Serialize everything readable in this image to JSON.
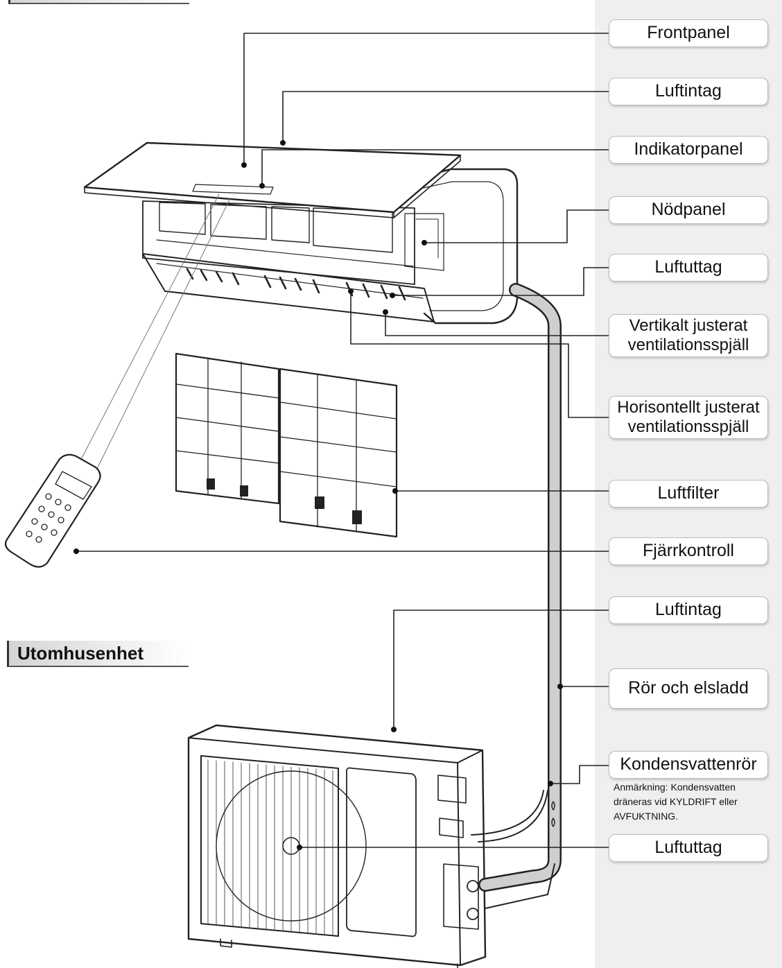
{
  "labels": {
    "frontpanel": "Frontpanel",
    "luftintag_1": "Luftintag",
    "indikatorpanel": "Indikatorpanel",
    "nodpanel": "Nödpanel",
    "luftuttag_1": "Luftuttag",
    "vertikalt_line1": "Vertikalt justerat",
    "vertikalt_line2": "ventilationsspjäll",
    "horisontellt_line1": "Horisontellt justerat",
    "horisontellt_line2": "ventilationsspjäll",
    "luftfilter": "Luftfilter",
    "fjarrkontroll": "Fjärrkontroll",
    "luftintag_2": "Luftintag",
    "ror_och_elsladd": "Rör och elsladd",
    "kondensvattenror": "Kondensvattenrör",
    "luftuttag_2": "Luftuttag"
  },
  "note": {
    "line1": "Anmärkning: Kondensvatten",
    "line2": "dräneras vid KYLDRIFT eller",
    "line3": "AVFUKTNING."
  },
  "section_heading": "Utomhusenhet",
  "colors": {
    "strip": "#efefef",
    "line": "#222222",
    "box_border": "#bdbdbd"
  }
}
